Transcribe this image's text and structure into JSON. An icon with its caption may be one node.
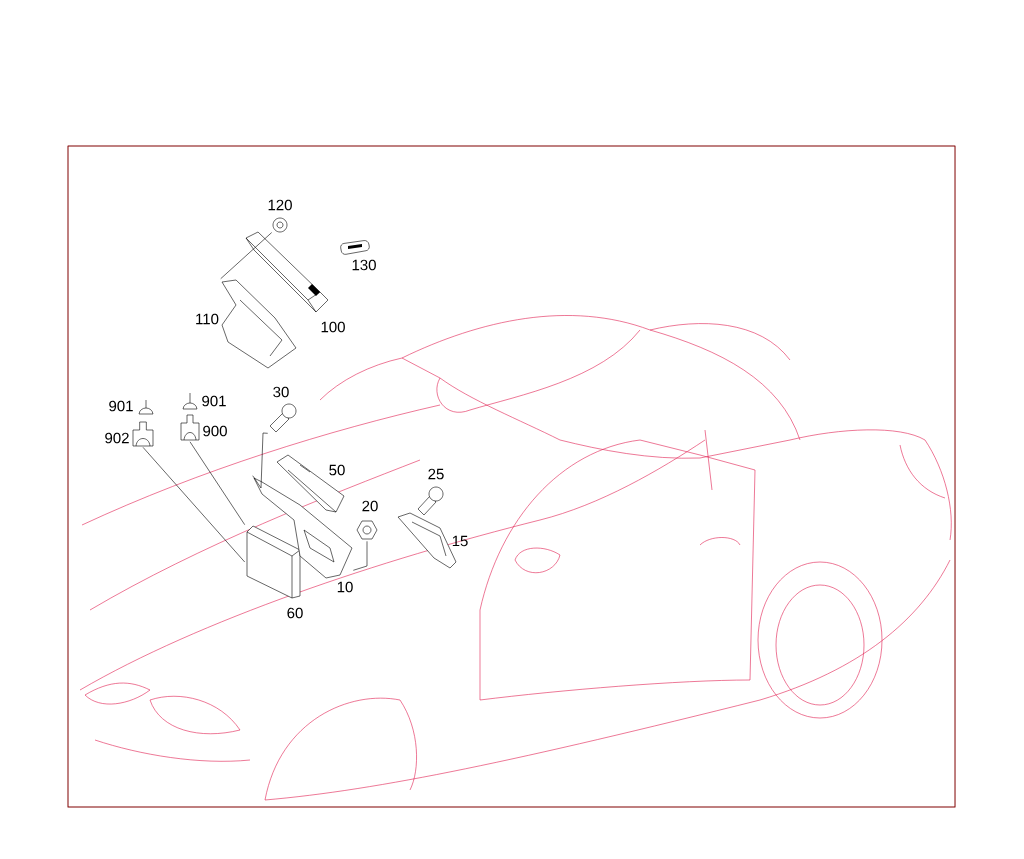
{
  "diagram": {
    "nodes": [
      {
        "text": [],
        "shape": "picture",
        "beside": [
          "120"
        ]
      },
      {
        "text": [],
        "shape": "picture",
        "beside": [
          "100"
        ]
      },
      {
        "text": [],
        "shape": "picture",
        "beside": [
          "110"
        ]
      },
      {
        "text": [],
        "shape": "picture",
        "beside": [
          "130"
        ]
      },
      {
        "text": [],
        "shape": "picture",
        "beside": [
          "902"
        ]
      },
      {
        "text": [],
        "shape": "picture",
        "beside": [
          "900"
        ]
      },
      {
        "text": [],
        "shape": "picture",
        "beside": [
          "60"
        ]
      },
      {
        "text": [],
        "shape": "picture",
        "beside": [
          "30"
        ]
      },
      {
        "text": [],
        "shape": "picture",
        "beside": [
          "10"
        ]
      },
      {
        "text": [],
        "shape": "picture",
        "beside": [
          "20"
        ]
      },
      {
        "text": [],
        "shape": "picture",
        "beside": [
          "50"
        ]
      },
      {
        "text": [],
        "shape": "picture",
        "beside": [
          "25"
        ]
      },
      {
        "text": [],
        "shape": "picture",
        "beside": [
          "15"
        ]
      },
      {
        "text": [],
        "shape": "picture",
        "beside": [
          "901"
        ]
      },
      {
        "text": [],
        "shape": "picture",
        "beside": [
          "901"
        ]
      }
    ],
    "edges": [
      {
        "from": 0,
        "to": 2,
        "arrow": "none"
      },
      {
        "from": 4,
        "to": 6,
        "arrow": "none"
      },
      {
        "from": 5,
        "to": 6,
        "arrow": "none"
      },
      {
        "from": 7,
        "to": 8,
        "arrow": "none"
      },
      {
        "from": 9,
        "to": 8,
        "arrow": "none"
      }
    ]
  }
}
